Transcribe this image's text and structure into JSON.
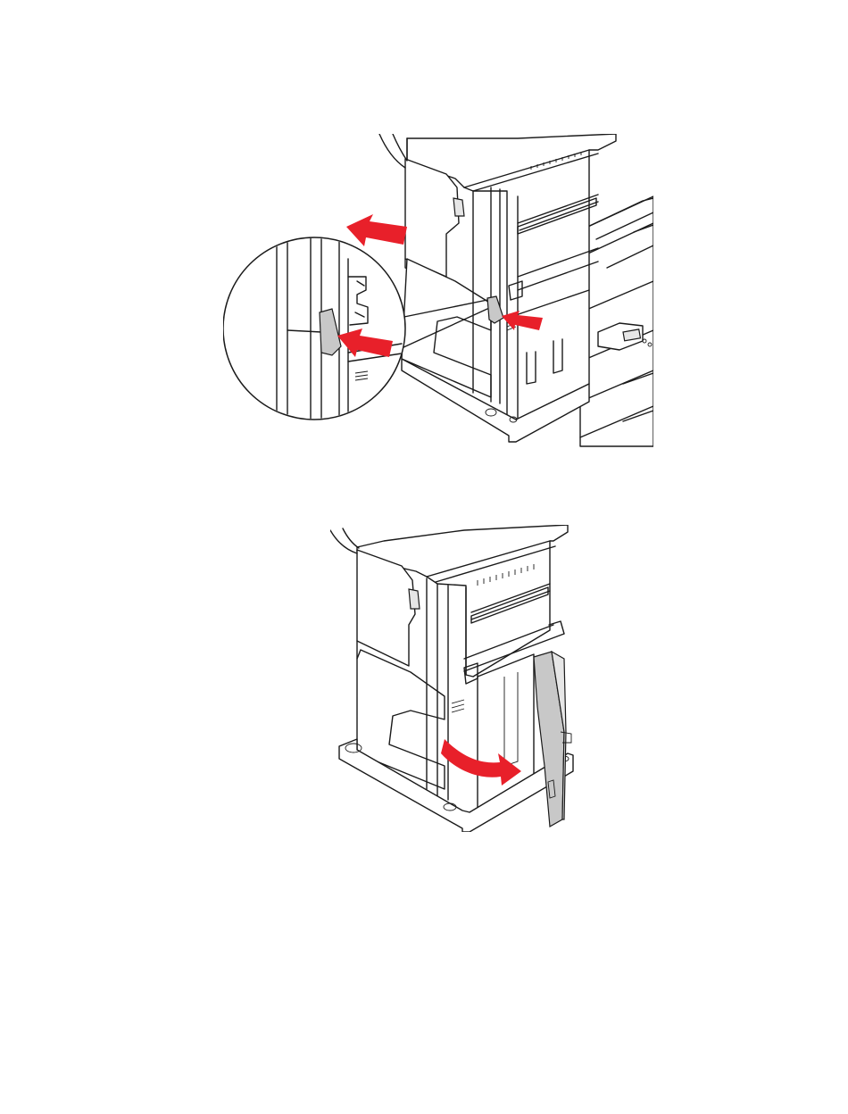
{
  "page": {
    "figures": [
      {
        "id": "figure-1",
        "icon": "finisher-latch-release-illustration"
      },
      {
        "id": "figure-2",
        "icon": "finisher-door-open-illustration"
      }
    ]
  },
  "colors": {
    "arrow": "#e8202a",
    "line": "#1a1a1a",
    "latch": "#c8c8c8",
    "background": "#ffffff"
  }
}
